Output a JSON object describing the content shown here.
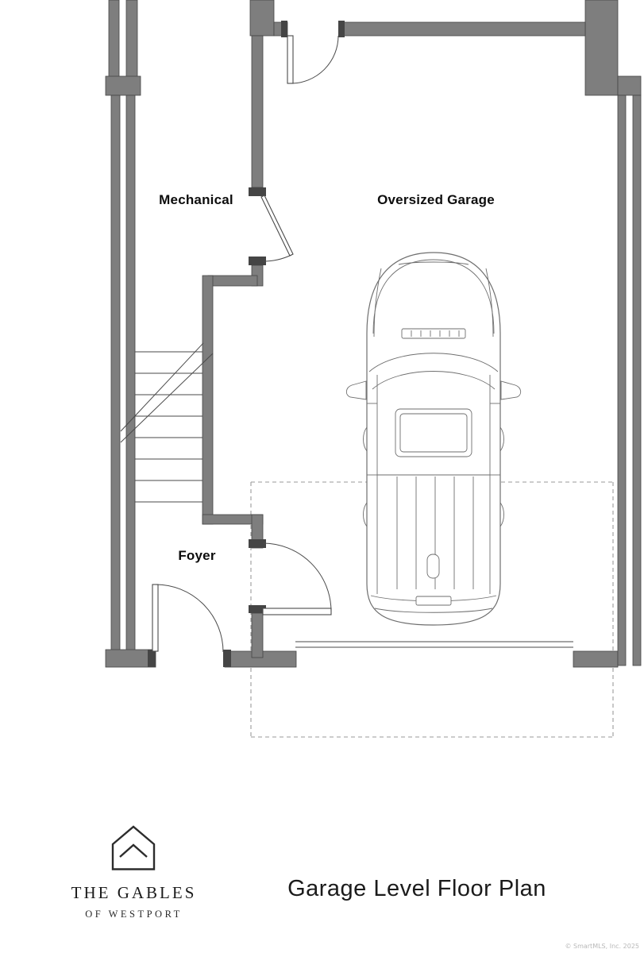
{
  "page": {
    "title": "Garage Level Floor Plan"
  },
  "plan": {
    "labels": {
      "mechanical": "Mechanical",
      "oversized_garage": "Oversized Garage",
      "foyer": "Foyer"
    }
  },
  "footer": {
    "brand_name": "THE GABLES",
    "brand_subtitle": "OF WESTPORT",
    "plan_title": "Garage Level Floor Plan",
    "copyright": "© SmartMLS, Inc. 2025"
  },
  "colors": {
    "wall": "#7e7e7e",
    "wall_edge": "#454545",
    "line": "#4a4a4a",
    "dash": "#9a9a9a",
    "car_line": "#6e6e6e",
    "ink": "#1b1b1b",
    "muted": "#b8b8b8"
  }
}
